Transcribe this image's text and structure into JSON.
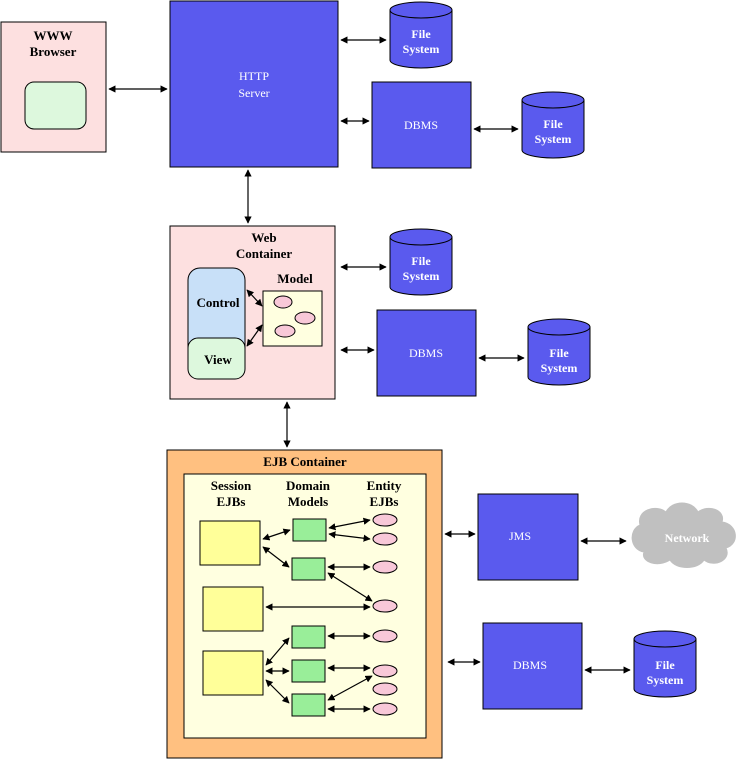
{
  "colors": {
    "blue_box": "#5a5aee",
    "pink_container": "#fde0e0",
    "light_green": "#ddf8dd",
    "light_blue": "#c8e0f8",
    "cream": "#ffffe0",
    "orange": "#ffc080",
    "yellow": "#ffff99",
    "green": "#99ee99",
    "oval_pink": "#f8c8d8",
    "cloud_gray": "#c0c0c0"
  },
  "browser": {
    "title_line1": "WWW",
    "title_line2": "Browser"
  },
  "http_server": {
    "line1": "HTTP",
    "line2": "Server"
  },
  "file_system": {
    "line1": "File",
    "line2": "System"
  },
  "dbms": {
    "label": "DBMS"
  },
  "web_container": {
    "line1": "Web",
    "line2": "Container",
    "control": "Control",
    "view": "View",
    "model": "Model"
  },
  "ejb_container": {
    "title": "EJB Container",
    "session_line1": "Session",
    "session_line2": "EJBs",
    "domain_line1": "Domain",
    "domain_line2": "Models",
    "entity_line1": "Entity",
    "entity_line2": "EJBs"
  },
  "jms": {
    "label": "JMS"
  },
  "network": {
    "label": "Network"
  }
}
